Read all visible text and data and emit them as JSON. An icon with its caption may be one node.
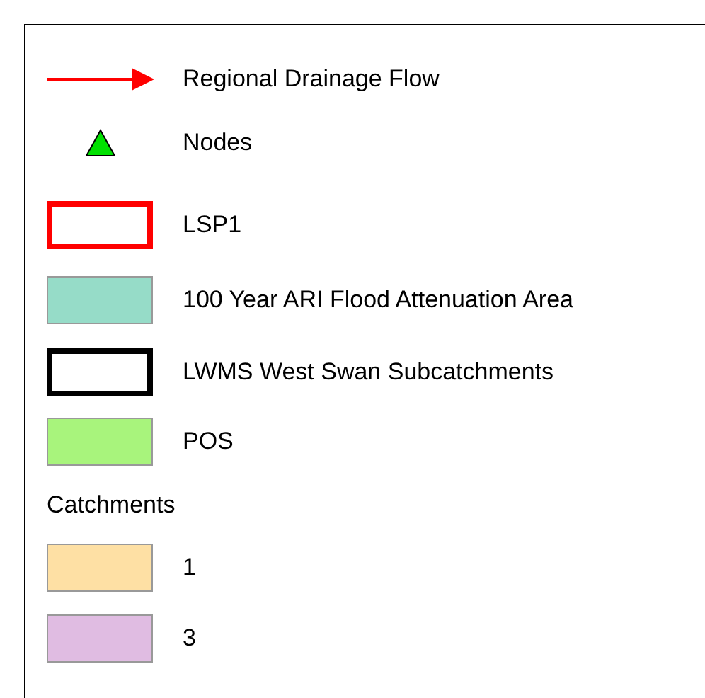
{
  "diagram": {
    "labels": [
      "Catchments"
    ],
    "legend": [
      {
        "text": "Regional Drainage Flow"
      },
      {
        "text": "Nodes"
      },
      {
        "text": "LSP1"
      },
      {
        "text": "100 Year ARI Flood Attenuation Area",
        "color": "#96dcc8"
      },
      {
        "text": "LWMS West Swan Subcatchments"
      },
      {
        "text": "POS",
        "color": "#a8f47c"
      },
      {
        "text": "1",
        "color": "#fee0a4"
      },
      {
        "text": "3",
        "color": "#e0bce2"
      }
    ]
  }
}
